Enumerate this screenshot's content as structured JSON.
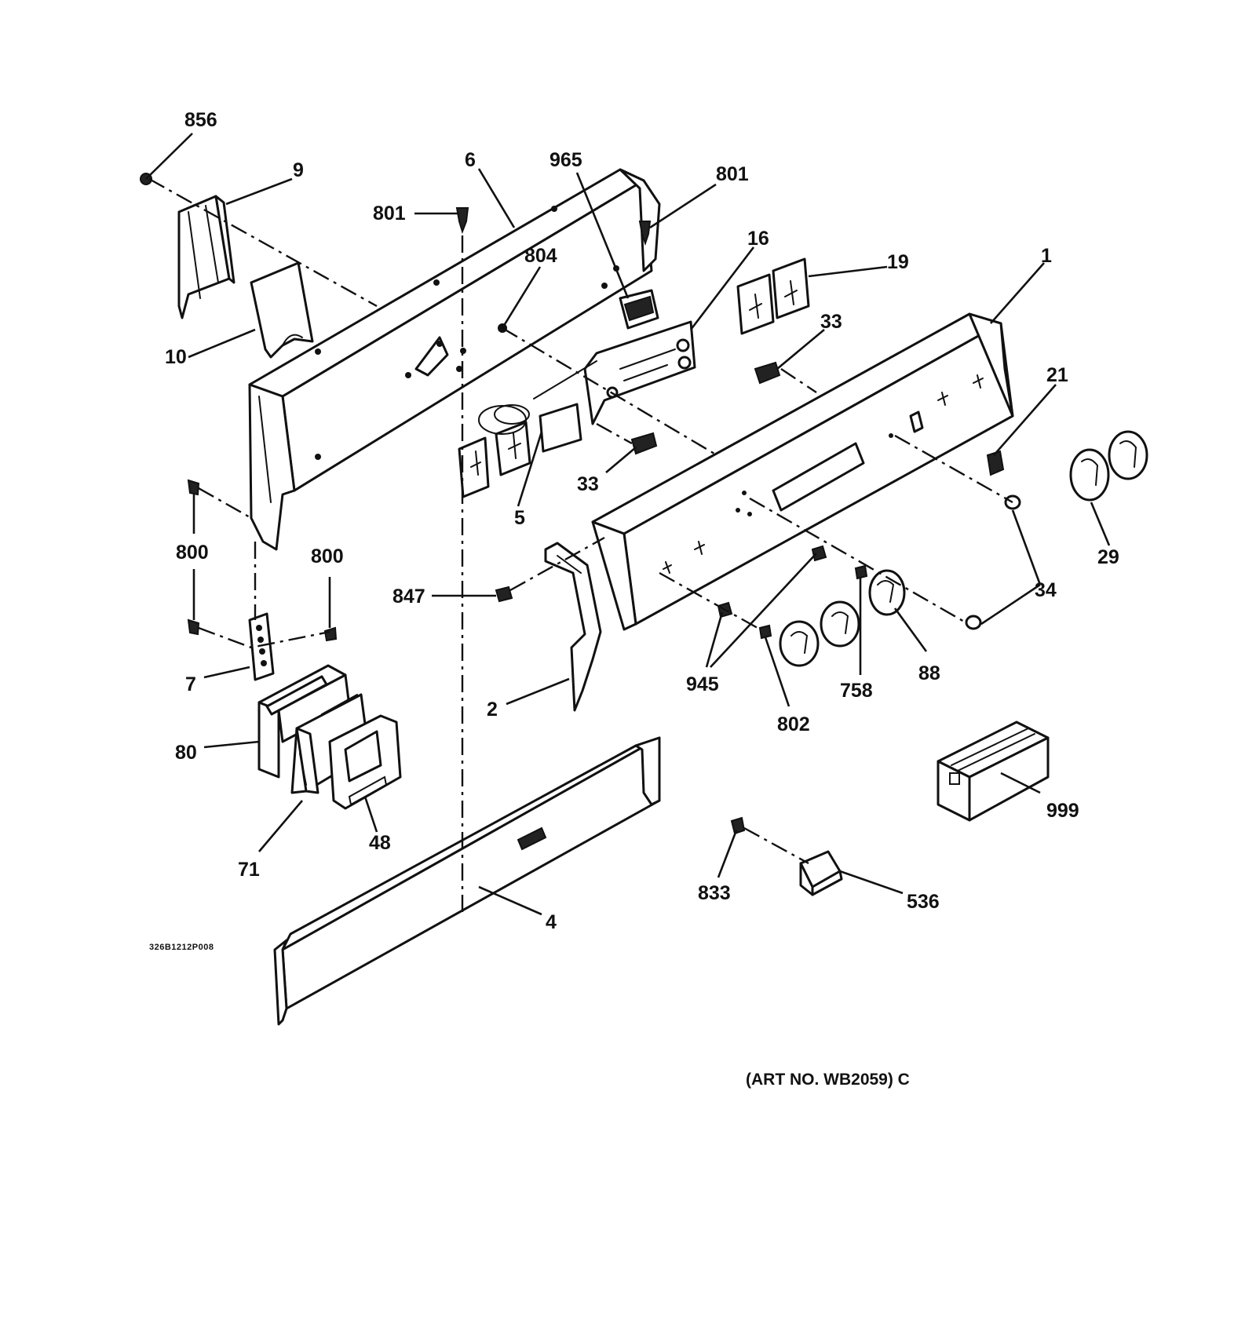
{
  "labels": {
    "l856": "856",
    "l9": "9",
    "l6": "6",
    "l965": "965",
    "l801a": "801",
    "l801b": "801",
    "l804": "804",
    "l16": "16",
    "l19": "19",
    "l1": "1",
    "l33a": "33",
    "l33b": "33",
    "l21": "21",
    "l10": "10",
    "l5": "5",
    "l29": "29",
    "l800a": "800",
    "l800b": "800",
    "l847": "847",
    "l34": "34",
    "l7": "7",
    "l945": "945",
    "l758": "758",
    "l88": "88",
    "l2": "2",
    "l802": "802",
    "l80": "80",
    "l999": "999",
    "l48": "48",
    "l71": "71",
    "l833": "833",
    "l536": "536",
    "l4": "4"
  },
  "drawing_code": "326B1212P008",
  "art_number": "(ART NO. WB2059) C"
}
